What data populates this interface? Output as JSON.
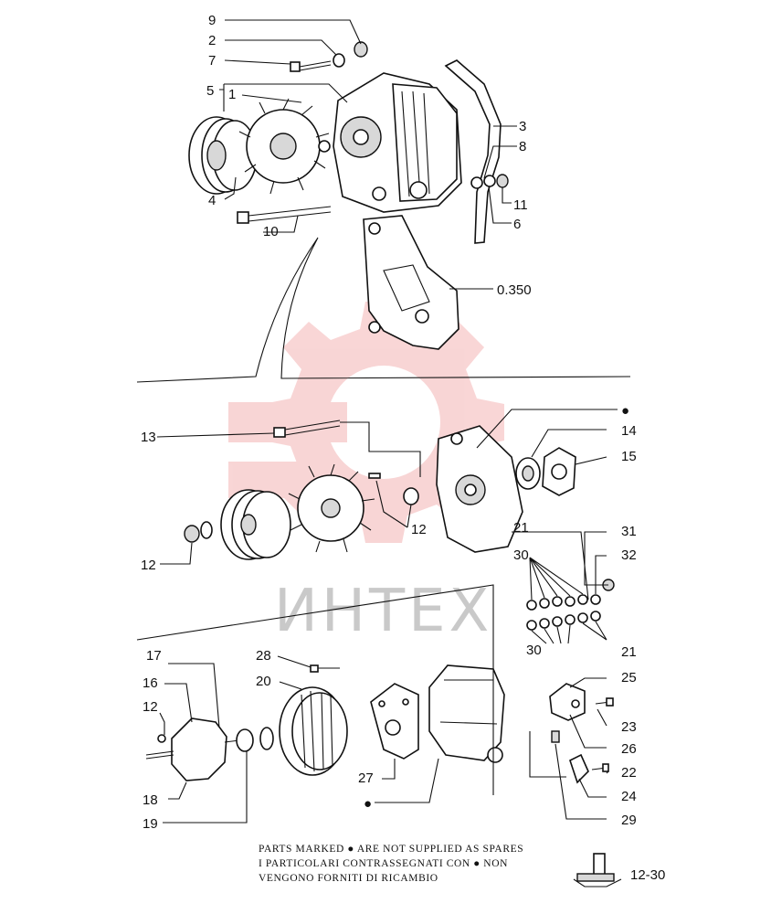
{
  "watermark": {
    "text": "ИНТЕХ",
    "gear_color": "#f4b4b4",
    "text_color": "#c9c9c9"
  },
  "labels": {
    "l9": "9",
    "l2": "2",
    "l7": "7",
    "l5": "5",
    "l1": "1",
    "l3": "3",
    "l8": "8",
    "l4": "4",
    "l11": "11",
    "l6": "6",
    "l10": "10",
    "l0350": "0.350",
    "l13": "13",
    "l14": "14",
    "l15": "15",
    "l12a": "12",
    "l12b": "12",
    "l21a": "21",
    "l31": "31",
    "l32": "32",
    "l30a": "30",
    "l30b": "30",
    "l21b": "21",
    "l17": "17",
    "l16": "16",
    "l12c": "12",
    "l28": "28",
    "l20": "20",
    "l25": "25",
    "l23": "23",
    "l26": "26",
    "l22": "22",
    "l24": "24",
    "l18": "18",
    "l27": "27",
    "l19": "19",
    "l29": "29"
  },
  "notes": {
    "line1": "PARTS MARKED ● ARE NOT SUPPLIED AS SPARES",
    "line2": "I PARTICOLARI CONTRASSEGNATI CON ●  NON",
    "line3": "VENGONO FORNITI DI RICAMBIO"
  },
  "page_ref": "12-30",
  "bullet": "●"
}
